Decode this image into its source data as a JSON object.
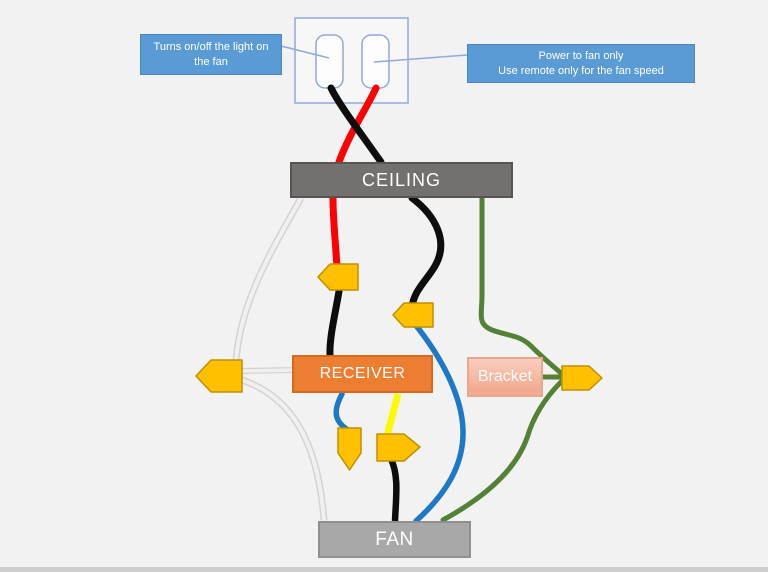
{
  "callout_left": {
    "line1": "Turns on/off the light on",
    "line2": "the fan"
  },
  "callout_right": {
    "line1": "Power to fan only",
    "line2": "Use remote only for the fan speed"
  },
  "boxes": {
    "ceiling": "CEILING",
    "receiver": "RECEIVER",
    "bracket": "Bracket",
    "fan": "FAN"
  },
  "switch_panel": {
    "switch_count": 2,
    "switches": [
      "light-switch",
      "fan-switch"
    ]
  },
  "connectors": [
    {
      "name": "wire-nut-red-to-black",
      "direction": "left"
    },
    {
      "name": "wire-nut-black-to-blue",
      "direction": "left"
    },
    {
      "name": "wire-nut-white-bundle",
      "direction": "left"
    },
    {
      "name": "wire-nut-green-bundle",
      "direction": "right"
    },
    {
      "name": "wire-nut-blue-cap",
      "direction": "down"
    },
    {
      "name": "wire-nut-yellow-to-black",
      "direction": "right"
    }
  ],
  "wires": [
    {
      "name": "black-from-light-switch-to-ceiling",
      "color": "#0D0D0D"
    },
    {
      "name": "red-from-fan-switch-to-ceiling",
      "color": "#FF0000"
    },
    {
      "name": "red-ceiling-to-connector",
      "color": "#FF0000"
    },
    {
      "name": "black-connector-to-receiver",
      "color": "#0D0D0D"
    },
    {
      "name": "black-ceiling-to-connector",
      "color": "#0D0D0D"
    },
    {
      "name": "blue-connector-to-fan",
      "color": "#1E78C8"
    },
    {
      "name": "green-ceiling-to-bracket-junction",
      "color": "#538135"
    },
    {
      "name": "green-bracket-stub",
      "color": "#538135"
    },
    {
      "name": "green-junction-to-fan",
      "color": "#538135"
    },
    {
      "name": "white-ceiling-to-connector",
      "color": "#EDEDED"
    },
    {
      "name": "white-connector-to-receiver",
      "color": "#EDEDED"
    },
    {
      "name": "white-connector-to-fan",
      "color": "#EDEDED"
    },
    {
      "name": "blue-receiver-to-cap",
      "color": "#1E78C8"
    },
    {
      "name": "yellow-receiver-to-connector",
      "color": "#FFFF00"
    },
    {
      "name": "black-connector-to-fan",
      "color": "#0D0D0D"
    }
  ],
  "colors": {
    "background": "#F2F2F2",
    "callout_bg": "#5B9BD5",
    "ceiling_bg": "#757070",
    "receiver_bg": "#ED7D31",
    "bracket_bg": "#F2AB91",
    "fan_bg": "#A8A8A8",
    "connector_fill": "#FFC000",
    "connector_border": "#BF9000",
    "switch_outline": "#8FAADC"
  }
}
